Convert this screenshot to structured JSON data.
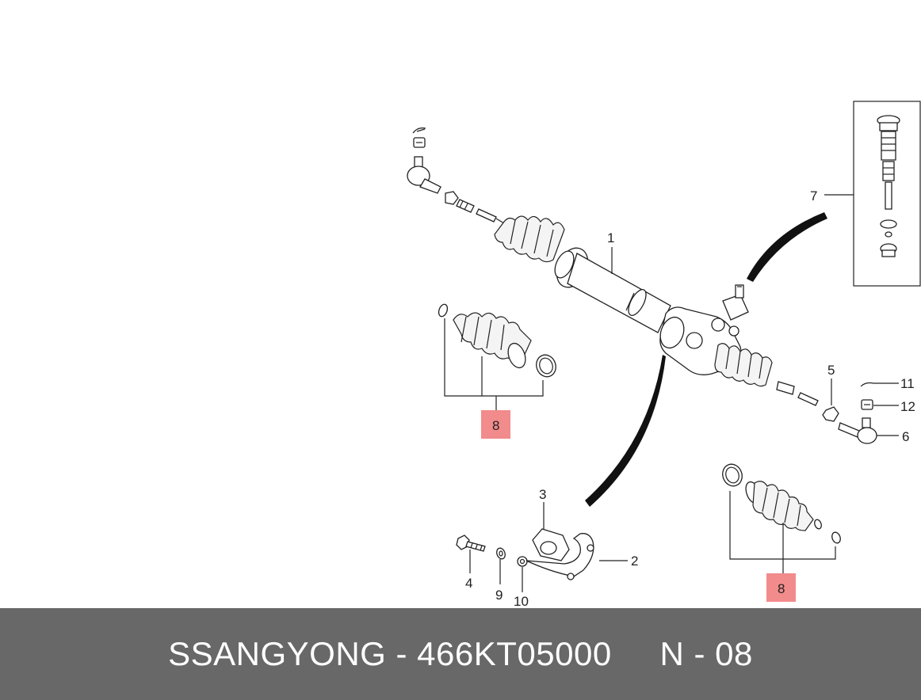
{
  "colors": {
    "highlight": "#f28b8b",
    "footer_bg": "#686868",
    "footer_text": "#ffffff",
    "line": "#222222"
  },
  "callouts": {
    "c1": "1",
    "c2": "2",
    "c3": "3",
    "c4": "4",
    "c5": "5",
    "c6": "6",
    "c7": "7",
    "c8a": "8",
    "c8b": "8",
    "c9": "9",
    "c10": "10",
    "c11": "11",
    "c12": "12"
  },
  "footer": {
    "text": "SSANGYONG - 466KT05000     N - 08"
  }
}
